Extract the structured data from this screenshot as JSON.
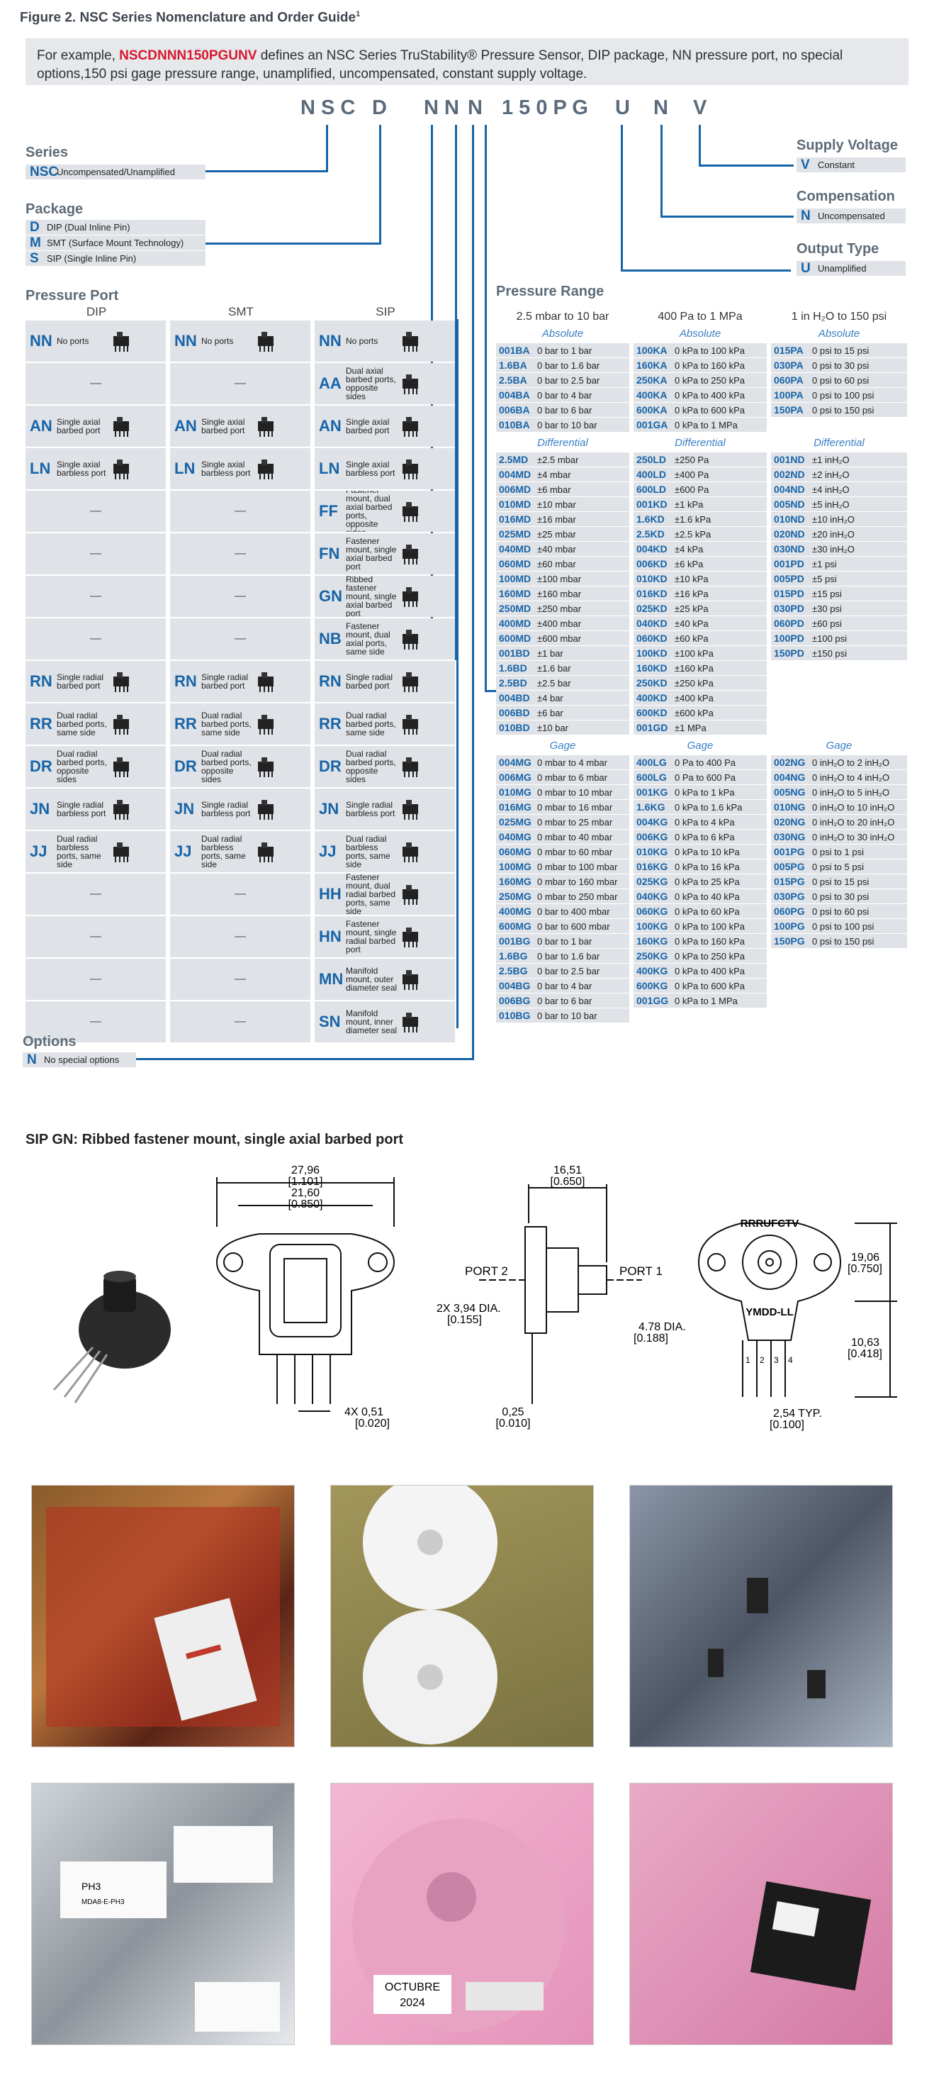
{
  "figure_title": "Figure 2. NSC Series Nomenclature and Order Guide",
  "figure_note": "1",
  "example": {
    "prefix": "For example, ",
    "code": "NSCDNNN150PGUNV",
    "line1": " defines an NSC Series TruStability® Pressure Sensor, DIP package, NN pressure port, no special",
    "line2": "options,150 psi gage pressure range, unamplified, uncompensated, constant supply voltage."
  },
  "code_parts": [
    "N S C",
    "D",
    "N N",
    "N",
    "1 5 0 P G",
    "U",
    "N",
    "V"
  ],
  "series": {
    "title": "Series",
    "code": "NSC",
    "desc": "Uncompensated/Unamplified"
  },
  "package": {
    "title": "Package",
    "items": [
      {
        "code": "D",
        "desc": "DIP (Dual Inline Pin)"
      },
      {
        "code": "M",
        "desc": "SMT (Surface Mount Technology)"
      },
      {
        "code": "S",
        "desc": "SIP (Single Inline Pin)"
      }
    ]
  },
  "supply": {
    "title": "Supply Voltage",
    "code": "V",
    "desc": "Constant"
  },
  "compensation": {
    "title": "Compensation",
    "code": "N",
    "desc": "Uncompensated"
  },
  "output": {
    "title": "Output Type",
    "code": "U",
    "desc": "Unamplified"
  },
  "pressure_port": {
    "title": "Pressure Port",
    "columns": [
      "DIP",
      "SMT",
      "SIP"
    ],
    "dash": "—",
    "rows": [
      {
        "dip": [
          "NN",
          "No ports"
        ],
        "smt": [
          "NN",
          "No ports"
        ],
        "sip": [
          "NN",
          "No ports"
        ]
      },
      {
        "dip": null,
        "smt": null,
        "sip": [
          "AA",
          "Dual axial barbed ports, opposite sides"
        ]
      },
      {
        "dip": [
          "AN",
          "Single axial barbed port"
        ],
        "smt": [
          "AN",
          "Single axial barbed port"
        ],
        "sip": [
          "AN",
          "Single axial barbed port"
        ]
      },
      {
        "dip": [
          "LN",
          "Single axial barbless port"
        ],
        "smt": [
          "LN",
          "Single axial barbless port"
        ],
        "sip": [
          "LN",
          "Single axial barbless port"
        ]
      },
      {
        "dip": null,
        "smt": null,
        "sip": [
          "FF",
          "Fastener mount, dual axial barbed ports, opposite sides"
        ]
      },
      {
        "dip": null,
        "smt": null,
        "sip": [
          "FN",
          "Fastener mount, single axial barbed port"
        ]
      },
      {
        "dip": null,
        "smt": null,
        "sip": [
          "GN",
          "Ribbed fastener mount, single axial barbed port"
        ]
      },
      {
        "dip": null,
        "smt": null,
        "sip": [
          "NB",
          "Fastener mount, dual axial ports, same side"
        ]
      },
      {
        "dip": [
          "RN",
          "Single radial barbed port"
        ],
        "smt": [
          "RN",
          "Single radial barbed port"
        ],
        "sip": [
          "RN",
          "Single radial barbed port"
        ]
      },
      {
        "dip": [
          "RR",
          "Dual radial barbed ports, same side"
        ],
        "smt": [
          "RR",
          "Dual radial barbed ports, same side"
        ],
        "sip": [
          "RR",
          "Dual radial barbed ports, same side"
        ]
      },
      {
        "dip": [
          "DR",
          "Dual radial barbed ports, opposite sides"
        ],
        "smt": [
          "DR",
          "Dual radial barbed ports, opposite sides"
        ],
        "sip": [
          "DR",
          "Dual radial barbed ports, opposite sides"
        ]
      },
      {
        "dip": [
          "JN",
          "Single radial barbless port"
        ],
        "smt": [
          "JN",
          "Single radial barbless port"
        ],
        "sip": [
          "JN",
          "Single radial barbless port"
        ]
      },
      {
        "dip": [
          "JJ",
          "Dual radial barbless ports, same side"
        ],
        "smt": [
          "JJ",
          "Dual radial barbless ports, same side"
        ],
        "sip": [
          "JJ",
          "Dual radial barbless ports, same side"
        ]
      },
      {
        "dip": null,
        "smt": null,
        "sip": [
          "HH",
          "Fastener mount, dual radial barbed ports, same side"
        ]
      },
      {
        "dip": null,
        "smt": null,
        "sip": [
          "HN",
          "Fastener mount, single radial barbed port"
        ]
      },
      {
        "dip": null,
        "smt": null,
        "sip": [
          "MN",
          "Manifold mount, outer diameter seal"
        ]
      },
      {
        "dip": null,
        "smt": null,
        "sip": [
          "SN",
          "Manifold mount, inner diameter seal"
        ]
      }
    ]
  },
  "options": {
    "title": "Options",
    "code": "N",
    "desc": "No special options"
  },
  "pressure_range": {
    "title": "Pressure Range",
    "col_heads": [
      "2.5 mbar to 10 bar",
      "400 Pa to 1 MPa",
      "1 in H₂O to 150 psi"
    ],
    "sub_abs": "Absolute",
    "sub_diff": "Differential",
    "sub_gage": "Gage",
    "abs": [
      [
        [
          "001BA",
          "0 bar to 1 bar"
        ],
        [
          "1.6BA",
          "0 bar to 1.6 bar"
        ],
        [
          "2.5BA",
          "0 bar to 2.5 bar"
        ],
        [
          "004BA",
          "0 bar to 4 bar"
        ],
        [
          "006BA",
          "0 bar to 6 bar"
        ],
        [
          "010BA",
          "0 bar to 10 bar"
        ]
      ],
      [
        [
          "100KA",
          "0 kPa to 100 kPa"
        ],
        [
          "160KA",
          "0 kPa to 160 kPa"
        ],
        [
          "250KA",
          "0 kPa to 250 kPa"
        ],
        [
          "400KA",
          "0 kPa to 400 kPa"
        ],
        [
          "600KA",
          "0 kPa to 600 kPa"
        ],
        [
          "001GA",
          "0 kPa to 1 MPa"
        ]
      ],
      [
        [
          "015PA",
          "0 psi to 15 psi"
        ],
        [
          "030PA",
          "0 psi to 30 psi"
        ],
        [
          "060PA",
          "0 psi to 60 psi"
        ],
        [
          "100PA",
          "0 psi to 100 psi"
        ],
        [
          "150PA",
          "0 psi to 150 psi"
        ]
      ]
    ],
    "diff": [
      [
        [
          "2.5MD",
          "±2.5 mbar"
        ],
        [
          "004MD",
          "±4 mbar"
        ],
        [
          "006MD",
          "±6 mbar"
        ],
        [
          "010MD",
          "±10 mbar"
        ],
        [
          "016MD",
          "±16 mbar"
        ],
        [
          "025MD",
          "±25 mbar"
        ],
        [
          "040MD",
          "±40 mbar"
        ],
        [
          "060MD",
          "±60 mbar"
        ],
        [
          "100MD",
          "±100 mbar"
        ],
        [
          "160MD",
          "±160 mbar"
        ],
        [
          "250MD",
          "±250 mbar"
        ],
        [
          "400MD",
          "±400 mbar"
        ],
        [
          "600MD",
          "±600 mbar"
        ],
        [
          "001BD",
          "±1 bar"
        ],
        [
          "1.6BD",
          "±1.6 bar"
        ],
        [
          "2.5BD",
          "±2.5 bar"
        ],
        [
          "004BD",
          "±4 bar"
        ],
        [
          "006BD",
          "±6 bar"
        ],
        [
          "010BD",
          "±10 bar"
        ]
      ],
      [
        [
          "250LD",
          "±250 Pa"
        ],
        [
          "400LD",
          "±400 Pa"
        ],
        [
          "600LD",
          "±600 Pa"
        ],
        [
          "001KD",
          "±1 kPa"
        ],
        [
          "1.6KD",
          "±1.6 kPa"
        ],
        [
          "2.5KD",
          "±2.5 kPa"
        ],
        [
          "004KD",
          "±4 kPa"
        ],
        [
          "006KD",
          "±6 kPa"
        ],
        [
          "010KD",
          "±10 kPa"
        ],
        [
          "016KD",
          "±16 kPa"
        ],
        [
          "025KD",
          "±25 kPa"
        ],
        [
          "040KD",
          "±40 kPa"
        ],
        [
          "060KD",
          "±60 kPa"
        ],
        [
          "100KD",
          "±100 kPa"
        ],
        [
          "160KD",
          "±160 kPa"
        ],
        [
          "250KD",
          "±250 kPa"
        ],
        [
          "400KD",
          "±400 kPa"
        ],
        [
          "600KD",
          "±600 kPa"
        ],
        [
          "001GD",
          "±1 MPa"
        ]
      ],
      [
        [
          "001ND",
          "±1 inH₂O"
        ],
        [
          "002ND",
          "±2 inH₂O"
        ],
        [
          "004ND",
          "±4 inH₂O"
        ],
        [
          "005ND",
          "±5 inH₂O"
        ],
        [
          "010ND",
          "±10 inH₂O"
        ],
        [
          "020ND",
          "±20 inH₂O"
        ],
        [
          "030ND",
          "±30 inH₂O"
        ],
        [
          "001PD",
          "±1 psi"
        ],
        [
          "005PD",
          "±5 psi"
        ],
        [
          "015PD",
          "±15 psi"
        ],
        [
          "030PD",
          "±30 psi"
        ],
        [
          "060PD",
          "±60 psi"
        ],
        [
          "100PD",
          "±100 psi"
        ],
        [
          "150PD",
          "±150 psi"
        ]
      ]
    ],
    "gage": [
      [
        [
          "004MG",
          "0 mbar to 4 mbar"
        ],
        [
          "006MG",
          "0 mbar to 6 mbar"
        ],
        [
          "010MG",
          "0 mbar to 10 mbar"
        ],
        [
          "016MG",
          "0 mbar to 16 mbar"
        ],
        [
          "025MG",
          "0 mbar to 25 mbar"
        ],
        [
          "040MG",
          "0 mbar to 40 mbar"
        ],
        [
          "060MG",
          "0 mbar to 60 mbar"
        ],
        [
          "100MG",
          "0 mbar to 100 mbar"
        ],
        [
          "160MG",
          "0 mbar to 160 mbar"
        ],
        [
          "250MG",
          "0 mbar to 250 mbar"
        ],
        [
          "400MG",
          "0 bar to 400 mbar"
        ],
        [
          "600MG",
          "0 bar to 600 mbar"
        ],
        [
          "001BG",
          "0 bar to 1 bar"
        ],
        [
          "1.6BG",
          "0 bar to 1.6 bar"
        ],
        [
          "2.5BG",
          "0 bar to 2.5 bar"
        ],
        [
          "004BG",
          "0 bar to 4 bar"
        ],
        [
          "006BG",
          "0 bar to 6 bar"
        ],
        [
          "010BG",
          "0 bar to 10 bar"
        ]
      ],
      [
        [
          "400LG",
          "0 Pa to 400 Pa"
        ],
        [
          "600LG",
          "0 Pa to 600 Pa"
        ],
        [
          "001KG",
          "0 kPa to 1 kPa"
        ],
        [
          "1.6KG",
          "0 kPa to 1.6 kPa"
        ],
        [
          "004KG",
          "0 kPa to 4 kPa"
        ],
        [
          "006KG",
          "0 kPa to 6 kPa"
        ],
        [
          "010KG",
          "0 kPa to 10 kPa"
        ],
        [
          "016KG",
          "0 kPa to 16 kPa"
        ],
        [
          "025KG",
          "0 kPa to 25 kPa"
        ],
        [
          "040KG",
          "0 kPa to 40 kPa"
        ],
        [
          "060KG",
          "0 kPa to 60 kPa"
        ],
        [
          "100KG",
          "0 kPa to 100 kPa"
        ],
        [
          "160KG",
          "0 kPa to 160 kPa"
        ],
        [
          "250KG",
          "0 kPa to 250 kPa"
        ],
        [
          "400KG",
          "0 kPa to 400 kPa"
        ],
        [
          "600KG",
          "0 kPa to 600 kPa"
        ],
        [
          "001GG",
          "0 kPa to 1 MPa"
        ]
      ],
      [
        [
          "002NG",
          "0 inH₂O to 2 inH₂O"
        ],
        [
          "004NG",
          "0 inH₂O to 4 inH₂O"
        ],
        [
          "005NG",
          "0 inH₂O to 5 inH₂O"
        ],
        [
          "010NG",
          "0 inH₂O to 10 inH₂O"
        ],
        [
          "020NG",
          "0 inH₂O to 20 inH₂O"
        ],
        [
          "030NG",
          "0 inH₂O to 30 inH₂O"
        ],
        [
          "001PG",
          "0 psi to 1 psi"
        ],
        [
          "005PG",
          "0 psi to 5 psi"
        ],
        [
          "015PG",
          "0 psi to 15 psi"
        ],
        [
          "030PG",
          "0 psi to 30 psi"
        ],
        [
          "060PG",
          "0 psi to 60 psi"
        ],
        [
          "100PG",
          "0 psi to 100 psi"
        ],
        [
          "150PG",
          "0 psi to 150 psi"
        ]
      ]
    ]
  },
  "drawing": {
    "title": "SIP GN: Ribbed fastener mount, single axial barbed port",
    "dims": {
      "w1": "27,96",
      "w1b": "[1.101]",
      "w2": "21,60",
      "w2b": "[0.850]",
      "d1": "16,51",
      "d1b": "[0.650]",
      "holes": "2X 3,94 DIA.",
      "holesb": "[0.155]",
      "port2": "PORT 2",
      "port1": "PORT 1",
      "barb": "4.78 DIA.",
      "barbb": "[0.188]",
      "pins": "4X 0,51",
      "pinsb": "[0.020]",
      "thk": "0,25",
      "thkb": "[0.010]",
      "h1": "19,06",
      "h1b": "[0.750]",
      "h2": "10,63",
      "h2b": "[0.418]",
      "pitch": "2,54 TYP.",
      "pitchb": "[0.100]",
      "mark1": "RRRUFCTV",
      "mark2": "YMDD-LL",
      "pin_nums": [
        "1",
        "2",
        "3",
        "4"
      ]
    }
  },
  "photos": {
    "p4_label1": "PH3",
    "p4_label2": "MDA8-E-PH3",
    "p5_label": "OCTUBRE",
    "p5_year": "2024"
  }
}
